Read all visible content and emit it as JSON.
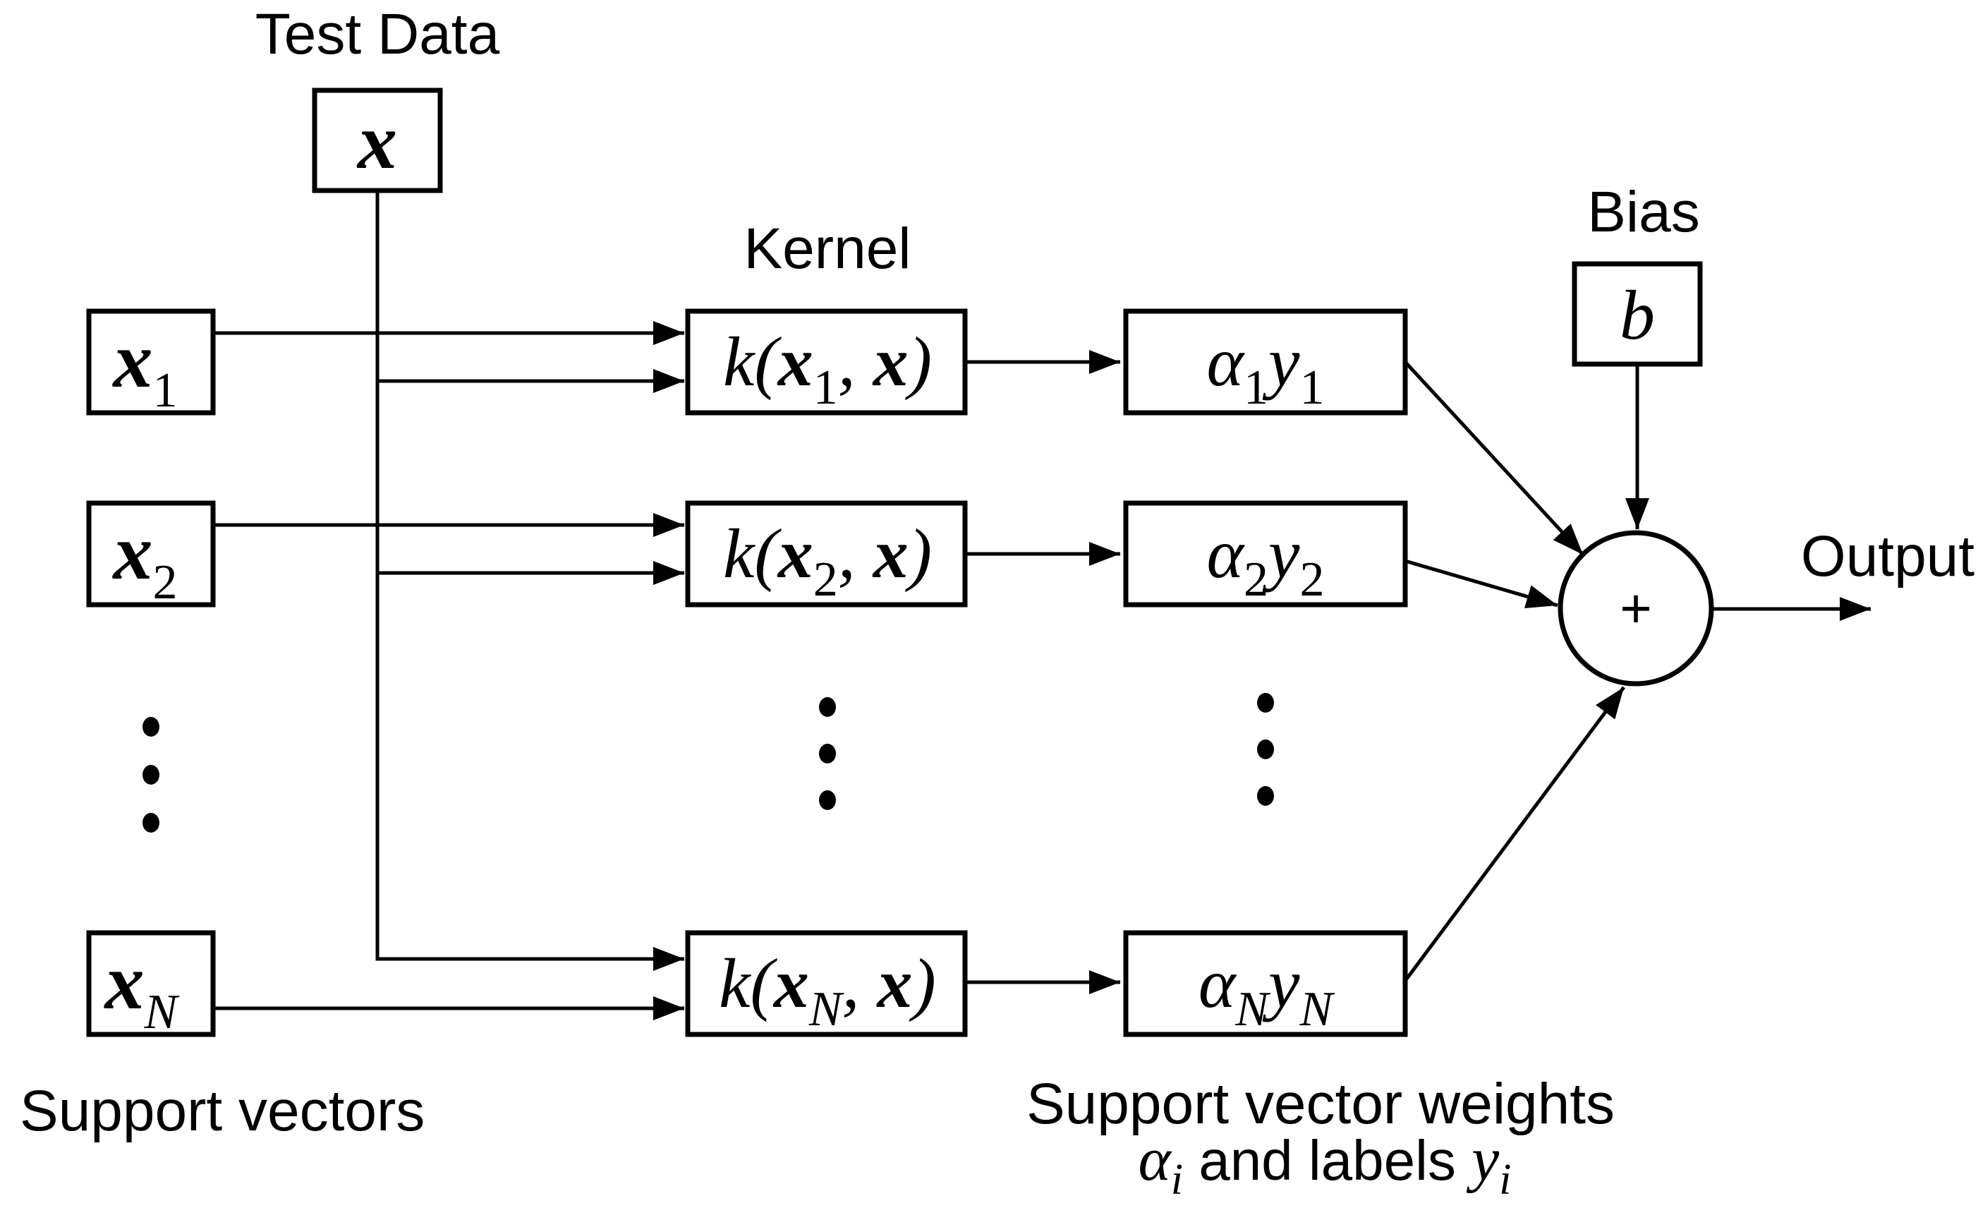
{
  "colors": {
    "ink": "#000000",
    "background": "#ffffff"
  },
  "labels": {
    "test_data": "Test Data",
    "kernel": "Kernel",
    "bias": "Bias",
    "output": "Output",
    "support_vectors_caption": "Support vectors",
    "weights_caption_line1": "Support vector weights",
    "weights_caption_alpha": "α",
    "weights_caption_alpha_sub": "i",
    "weights_caption_mid": " and labels ",
    "weights_caption_y": "y",
    "weights_caption_y_sub": "i"
  },
  "nodes": {
    "test_input": {
      "symbol": "x"
    },
    "support_vectors": [
      {
        "symbol": "x",
        "sub": "1"
      },
      {
        "symbol": "x",
        "sub": "2"
      },
      {
        "symbol": "x",
        "sub": "N"
      }
    ],
    "kernels": [
      {
        "func": "k(",
        "arg1": "x",
        "arg1_sub": "1",
        "separator": ", ",
        "arg2": "x",
        "close": ")"
      },
      {
        "func": "k(",
        "arg1": "x",
        "arg1_sub": "2",
        "separator": ", ",
        "arg2": "x",
        "close": ")"
      },
      {
        "func": "k(",
        "arg1": "x",
        "arg1_sub": "N",
        "separator": ", ",
        "arg2": "x",
        "close": ")"
      }
    ],
    "weights": [
      {
        "alpha": "α",
        "alpha_sub": "1",
        "y": "y",
        "y_sub": "1"
      },
      {
        "alpha": "α",
        "alpha_sub": "2",
        "y": "y",
        "y_sub": "2"
      },
      {
        "alpha": "α",
        "alpha_sub": "N",
        "y": "y",
        "y_sub": "N"
      }
    ],
    "bias": {
      "symbol": "b"
    },
    "sum": {
      "symbol": "+"
    }
  }
}
